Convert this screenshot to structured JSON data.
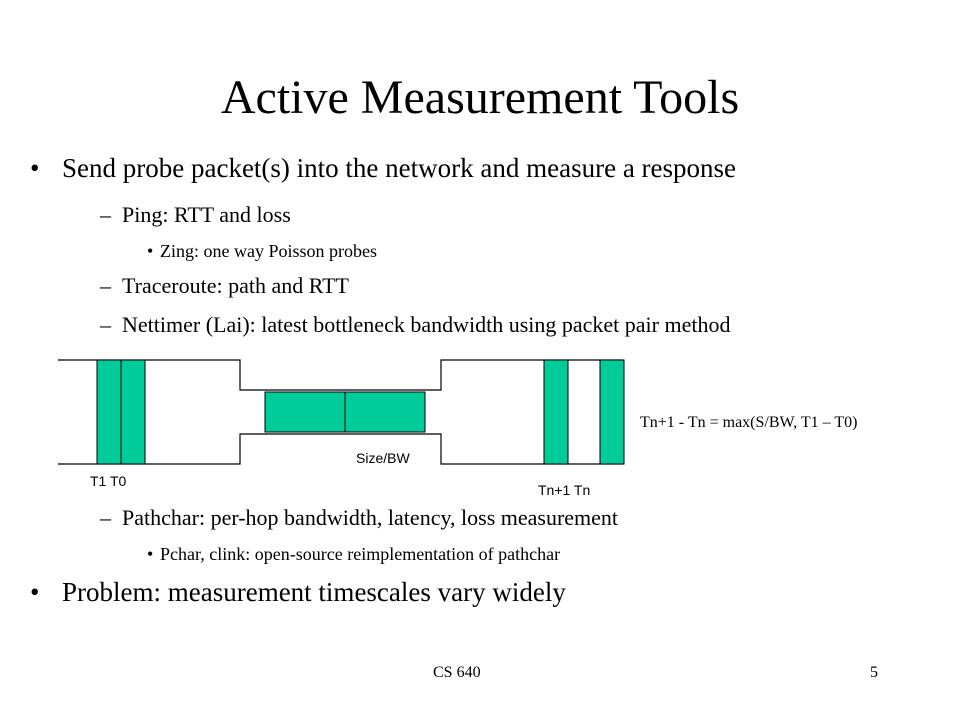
{
  "slide": {
    "title": "Active Measurement Tools",
    "bullets": {
      "b1": "Send probe packet(s) into the network and measure a response",
      "b1_1": "Ping:  RTT and loss",
      "b1_1_1": "Zing:  one way Poisson probes",
      "b1_2": "Traceroute:  path and RTT",
      "b1_3": "Nettimer (Lai): latest bottleneck bandwidth using packet pair method",
      "b1_4": "Pathchar: per-hop bandwidth, latency, loss measurement",
      "b1_4_1": "Pchar, clink: open-source reimplementation of pathchar",
      "b2": "Problem:  measurement timescales vary widely"
    },
    "markers": {
      "bullet": "•",
      "dash": "–"
    },
    "diagram": {
      "labels": {
        "t1_t0": "T1  T0",
        "size_bw": "Size/BW",
        "tn1_tn": "Tn+1    Tn",
        "equation": "Tn+1 -  Tn = max(S/BW, T1 – T0)"
      },
      "colors": {
        "packet": "#00cc99",
        "line": "#000000"
      }
    },
    "footer": {
      "course": "CS 640",
      "page": "5"
    }
  }
}
